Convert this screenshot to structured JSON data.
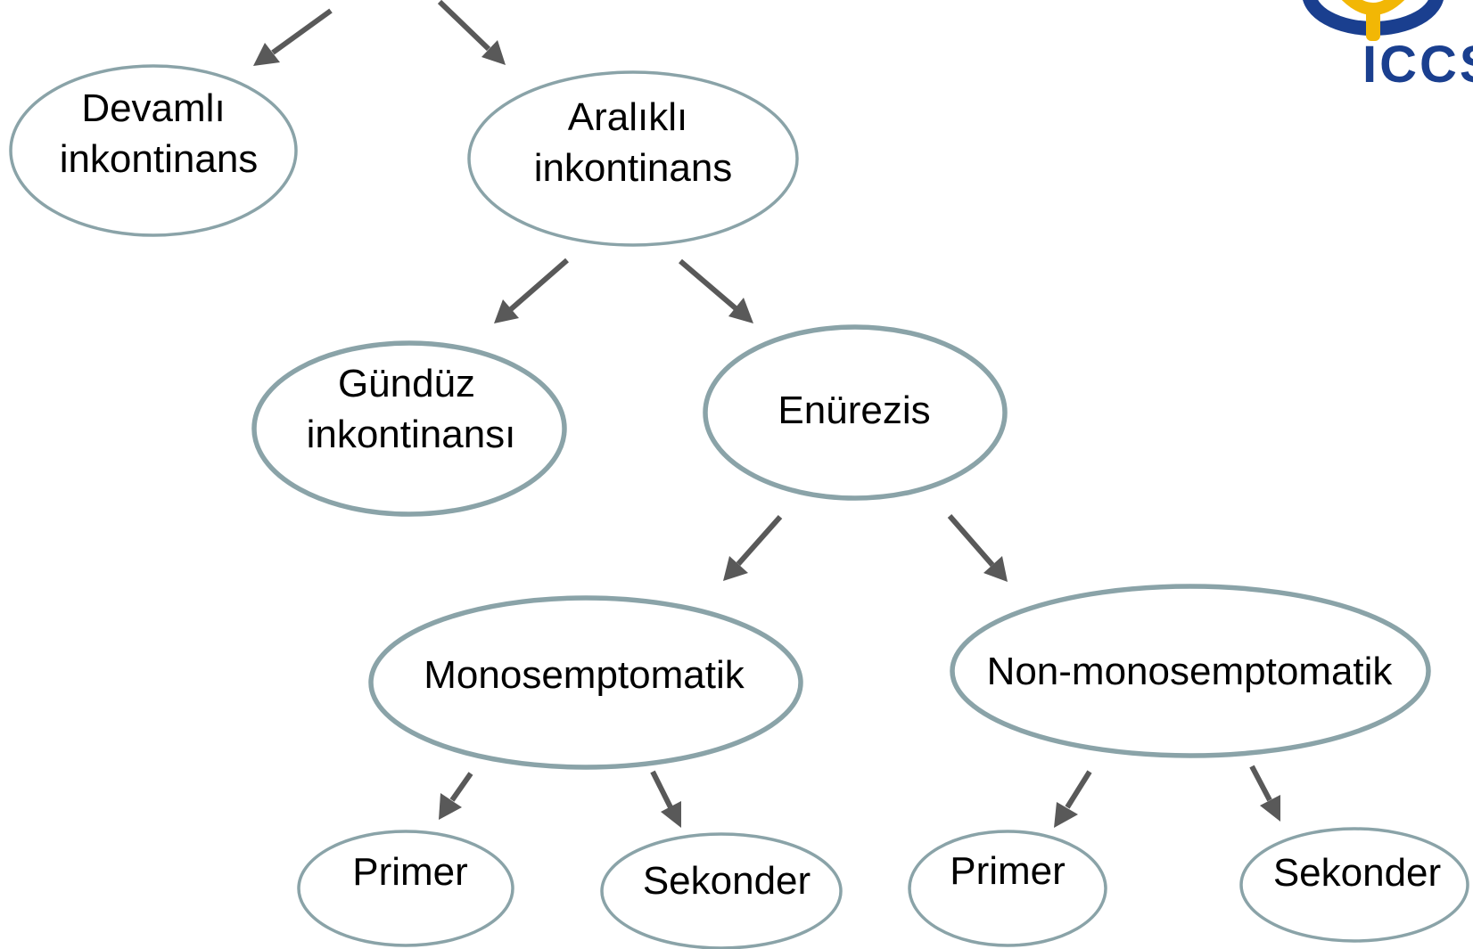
{
  "logo": {
    "text": "ICCS",
    "colors": {
      "blue": "#1a3f8f",
      "yellow": "#f2b705"
    }
  },
  "colors": {
    "ellipse_stroke": "#8aa3a8",
    "arrow": "#595959",
    "text": "#000000"
  },
  "nodes": {
    "devamli": {
      "lines": [
        "Devamlı",
        "inkontinans"
      ]
    },
    "aralikli": {
      "lines": [
        "Aralıklı",
        "inkontinans"
      ]
    },
    "gunduz": {
      "lines": [
        "Gündüz",
        "inkontinansı"
      ]
    },
    "enurezis": {
      "lines": [
        "Enürezis"
      ]
    },
    "monosemptomatik": {
      "lines": [
        "Monosemptomatik"
      ]
    },
    "non_monosemptomatik": {
      "lines": [
        "Non-monosemptomatik"
      ]
    },
    "mono_primer": {
      "lines": [
        "Primer"
      ]
    },
    "mono_sekonder": {
      "lines": [
        "Sekonder"
      ]
    },
    "non_primer": {
      "lines": [
        "Primer"
      ]
    },
    "non_sekonder": {
      "lines": [
        "Sekonder"
      ]
    }
  }
}
